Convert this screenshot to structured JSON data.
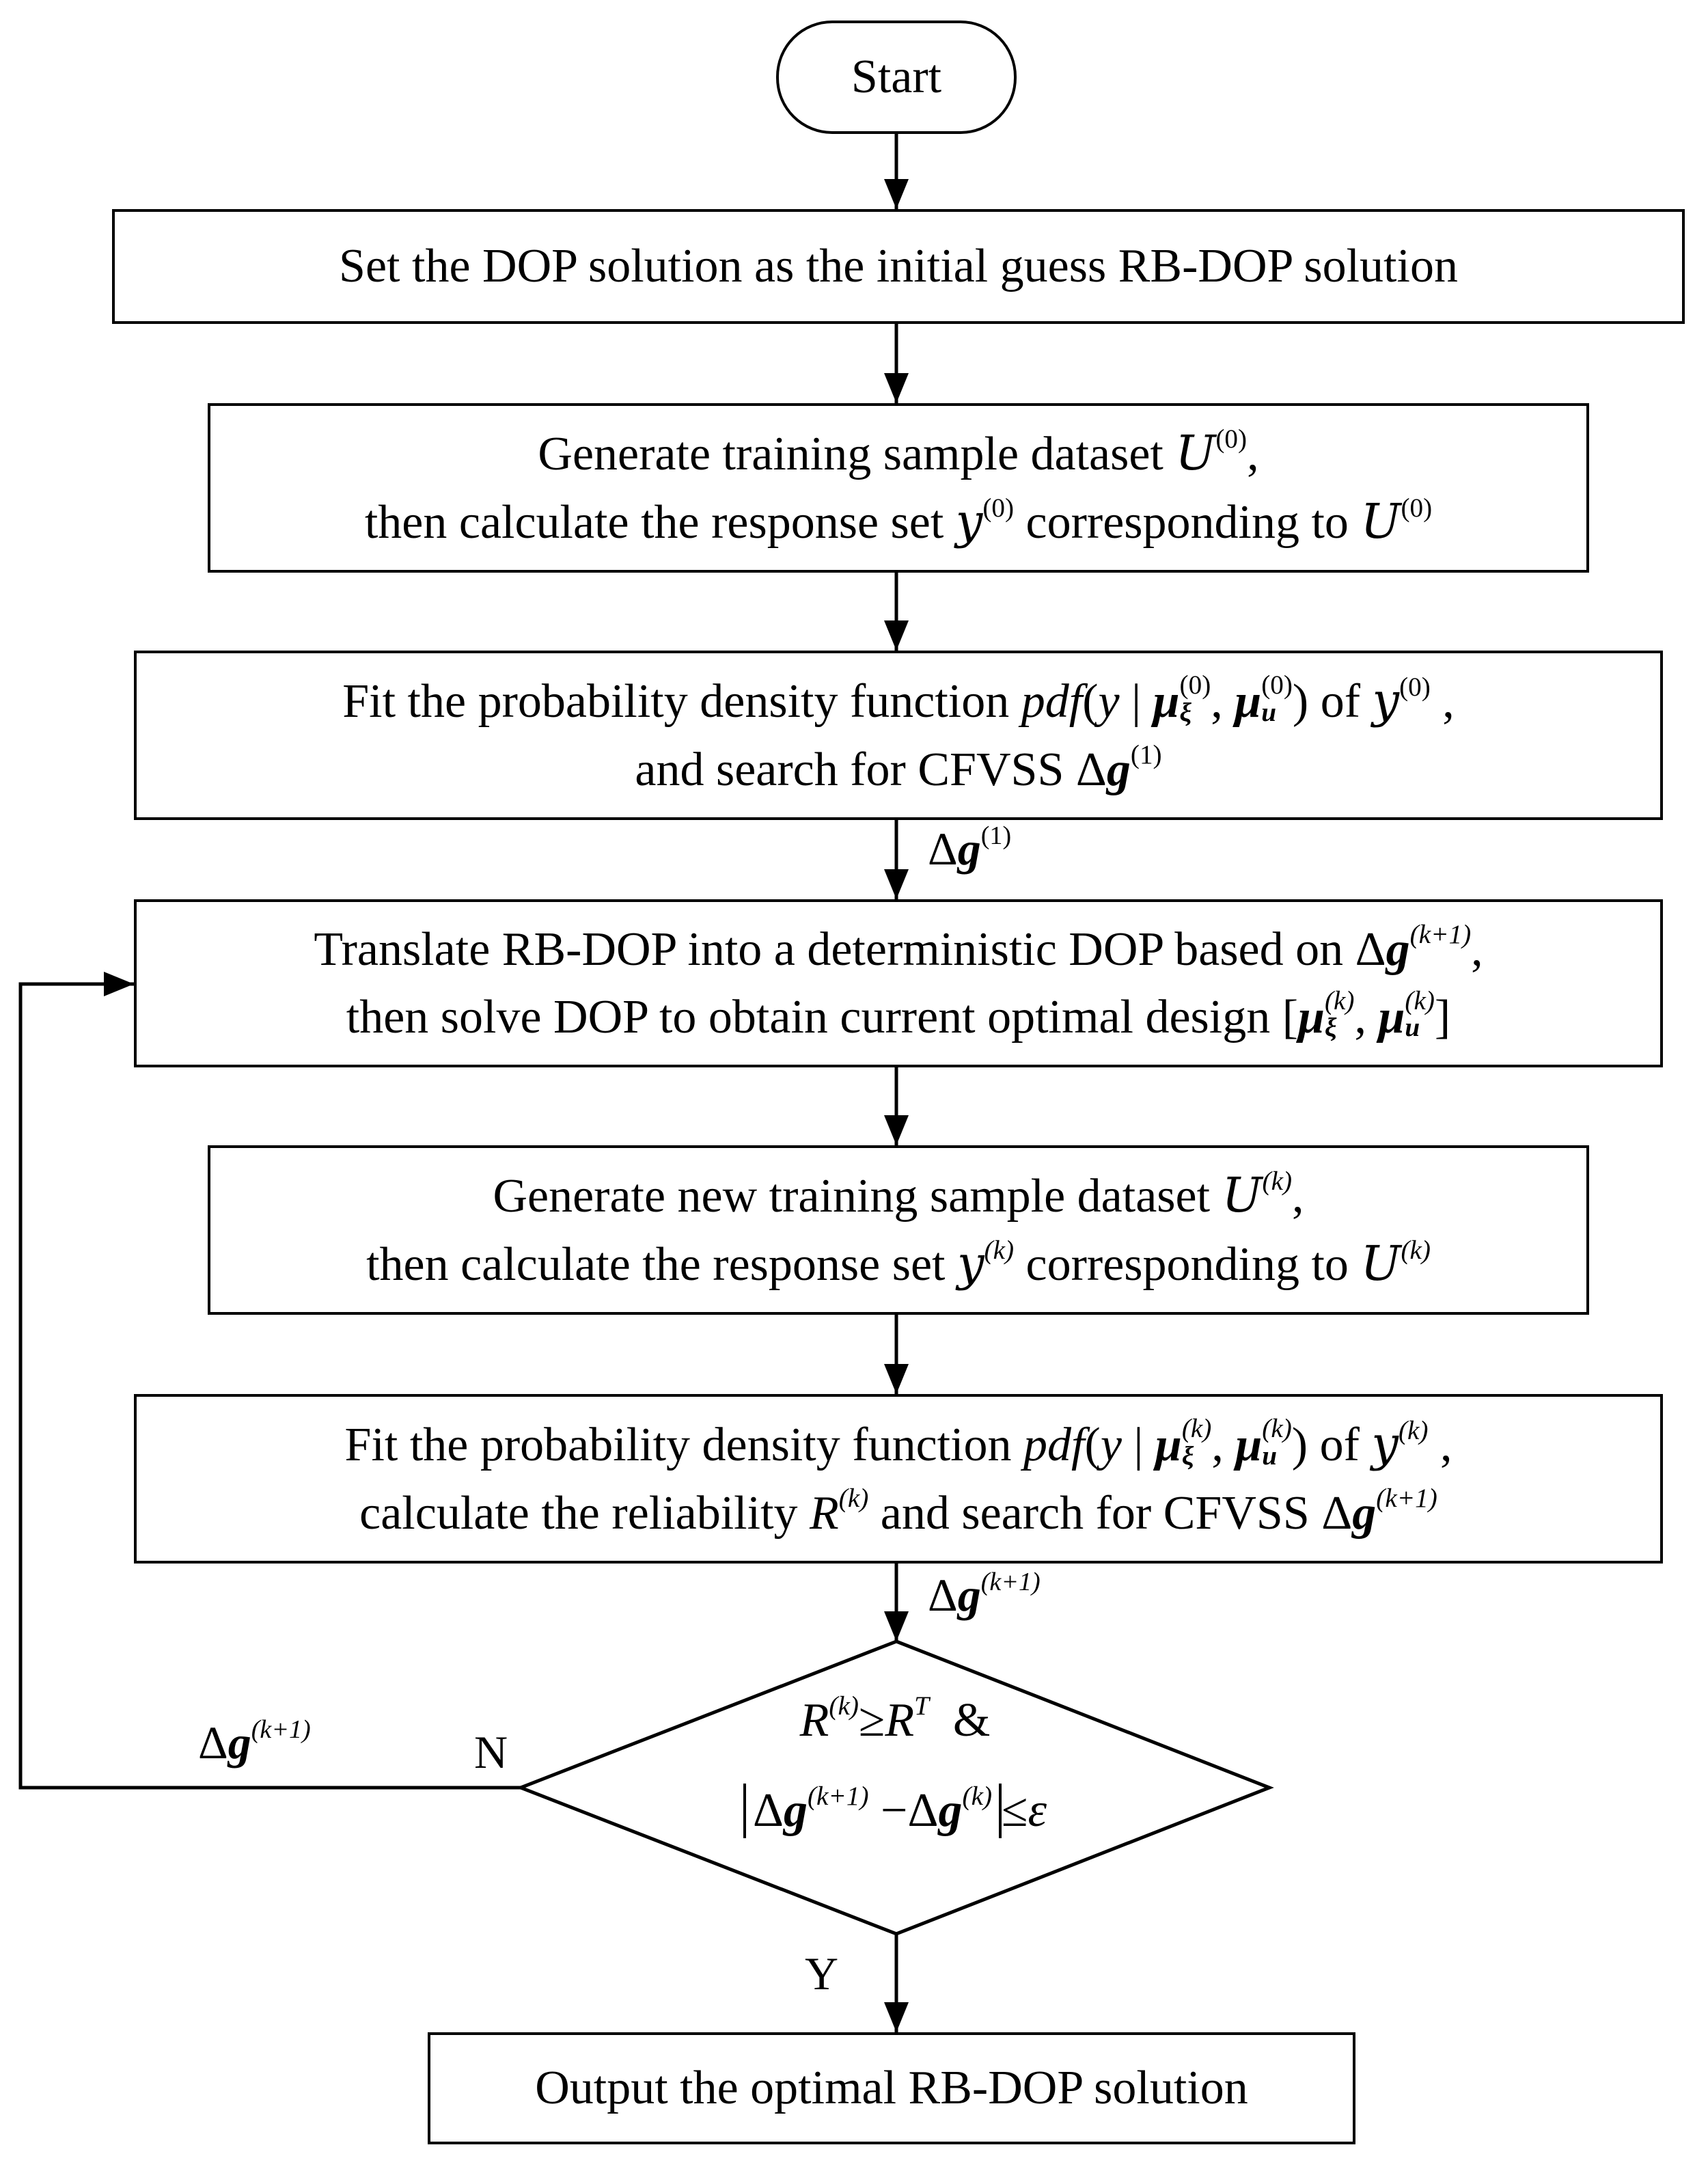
{
  "nodes": {
    "start": "Start",
    "step1": "Set the DOP solution as the initial guess RB-DOP solution",
    "step2": {
      "line1_a": "Generate training sample dataset",
      "line1_b": ",",
      "line2_a": "then calculate the response set",
      "line2_b": "corresponding to"
    },
    "step3": {
      "line1_a": "Fit the probability density function",
      "line1_b": "of",
      "line1_c": ",",
      "line2_a": "and search for CFVSS"
    },
    "step4": {
      "line1_a": "Translate RB-DOP into a deterministic DOP based on",
      "line1_b": ",",
      "line2_a": "then solve DOP to obtain current optimal design"
    },
    "step5": {
      "line1_a": "Generate new training sample dataset",
      "line1_b": ",",
      "line2_a": "then calculate the response set",
      "line2_b": "corresponding to"
    },
    "step6": {
      "line1_a": "Fit the probability density function",
      "line1_b": "of",
      "line1_c": ",",
      "line2_a": "calculate the reliability",
      "line2_b": "and search for CFVSS"
    },
    "decision": {
      "line1_and": "&"
    },
    "end": "Output the optimal RB-DOP solution"
  },
  "edges": {
    "no_label": "N",
    "yes_label": "Y"
  },
  "symbols": {
    "U": "U",
    "Y": "y",
    "pdf": "pdf",
    "y": "y",
    "mu": "μ",
    "xi": "ξ",
    "u": "u",
    "delta": "Δ",
    "g": "g",
    "R": "R",
    "T": "T",
    "sup0": "(0)",
    "sup1": "(1)",
    "supk": "(k)",
    "supk1": "(k+1)",
    "geq": "≥",
    "leq": "≤",
    "minus": "−",
    "eps": "ε"
  }
}
